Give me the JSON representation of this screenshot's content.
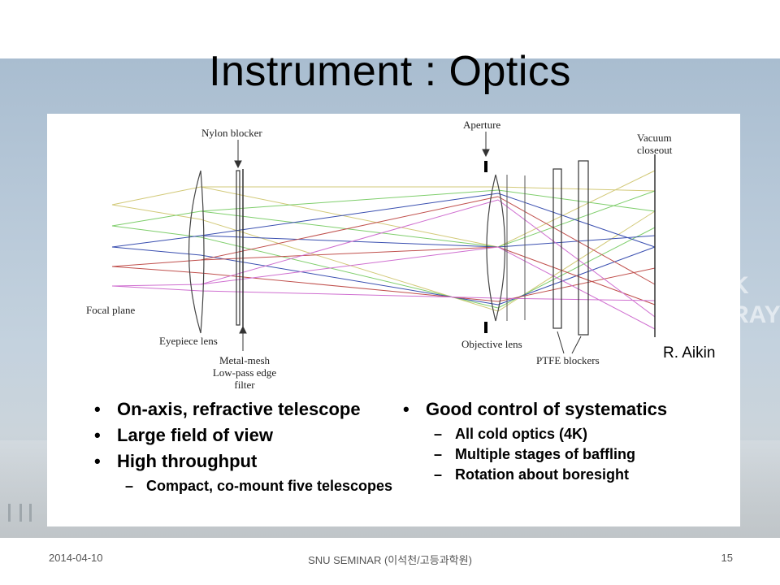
{
  "slide": {
    "title": "Instrument : Optics"
  },
  "diagram": {
    "labels": {
      "nylon_blocker": "Nylon blocker",
      "aperture": "Aperture",
      "vacuum_closeout_1": "Vacuum",
      "vacuum_closeout_2": "closeout",
      "focal_plane": "Focal plane",
      "eyepiece_lens": "Eyepiece lens",
      "metal_mesh_1": "Metal-mesh",
      "metal_mesh_2": "Low-pass edge",
      "metal_mesh_3": "filter",
      "objective_lens": "Objective lens",
      "ptfe_blockers": "PTFE blockers"
    },
    "credit": "R. Aikin",
    "ray_colors": [
      "#d2c978",
      "#7fce6c",
      "#3a4fb0",
      "#c0504d",
      "#cf6fd0"
    ]
  },
  "left_bullets": [
    {
      "level": 1,
      "text": "On-axis, refractive telescope"
    },
    {
      "level": 1,
      "text": "Large field of view"
    },
    {
      "level": 1,
      "text": "High throughput"
    },
    {
      "level": 2,
      "text": "Compact, co-mount five telescopes"
    }
  ],
  "right_bullets": [
    {
      "level": 1,
      "text": "Good control of systematics"
    },
    {
      "level": 2,
      "text": "All cold optics (4K)"
    },
    {
      "level": 2,
      "text": "Multiple stages of baffling"
    },
    {
      "level": 2,
      "text": "Rotation about boresight"
    }
  ],
  "footer": {
    "date": "2014-04-10",
    "center": "SNU SEMINAR (이석천/고등과학원)",
    "page": "15"
  },
  "background": {
    "ghost_text": "K\nRAY"
  }
}
